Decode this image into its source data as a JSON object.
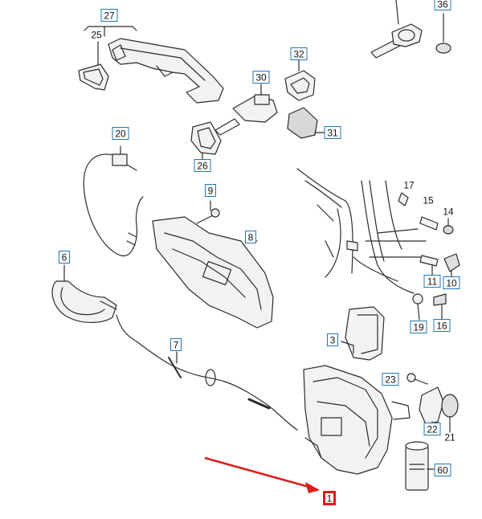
{
  "diagram": {
    "callouts": [
      {
        "id": "27",
        "label": "27",
        "boxed": true
      },
      {
        "id": "25",
        "label": "25",
        "boxed": false
      },
      {
        "id": "36",
        "label": "36",
        "boxed": true
      },
      {
        "id": "32",
        "label": "32",
        "boxed": true
      },
      {
        "id": "30",
        "label": "30",
        "boxed": true
      },
      {
        "id": "31",
        "label": "31",
        "boxed": true
      },
      {
        "id": "20",
        "label": "20",
        "boxed": true
      },
      {
        "id": "26",
        "label": "26",
        "boxed": true
      },
      {
        "id": "9",
        "label": "9",
        "boxed": true
      },
      {
        "id": "17",
        "label": "17",
        "boxed": false
      },
      {
        "id": "15",
        "label": "15",
        "boxed": false
      },
      {
        "id": "14",
        "label": "14",
        "boxed": false
      },
      {
        "id": "8",
        "label": "8",
        "boxed": true
      },
      {
        "id": "6",
        "label": "6",
        "boxed": true
      },
      {
        "id": "11",
        "label": "11",
        "boxed": true
      },
      {
        "id": "10",
        "label": "10",
        "boxed": true
      },
      {
        "id": "19",
        "label": "19",
        "boxed": true
      },
      {
        "id": "16",
        "label": "16",
        "boxed": true
      },
      {
        "id": "3",
        "label": "3",
        "boxed": true
      },
      {
        "id": "7",
        "label": "7",
        "boxed": true
      },
      {
        "id": "23",
        "label": "23",
        "boxed": true
      },
      {
        "id": "22",
        "label": "22",
        "boxed": true
      },
      {
        "id": "21",
        "label": "21",
        "boxed": false
      },
      {
        "id": "60",
        "label": "60",
        "boxed": true
      },
      {
        "id": "1",
        "label": "1",
        "boxed": true,
        "highlighted": true
      }
    ],
    "colors": {
      "line": "#2b2b2b",
      "callout_border": "#1f78b4",
      "highlight": "#e01a1a",
      "part_fill": "#f2f2f2"
    }
  }
}
